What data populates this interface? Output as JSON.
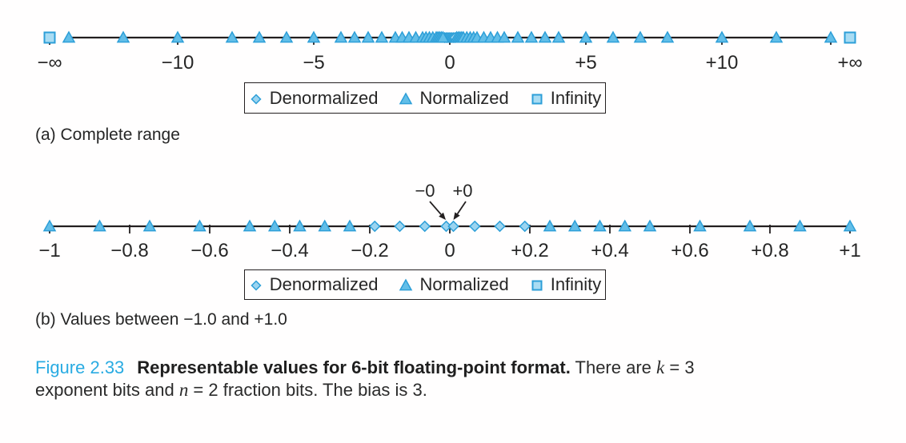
{
  "colors": {
    "marker_stroke": "#2d9fd8",
    "triangle_fill": "#62bee8",
    "diamond_fill": "#9bd4f0",
    "square_fill": "#a9dcf3",
    "axis": "#231f20",
    "text": "#262626",
    "figure_label_color": "#29abe2"
  },
  "legend": {
    "items": [
      {
        "marker": "diamond",
        "label": "Denormalized"
      },
      {
        "marker": "triangle",
        "label": "Normalized"
      },
      {
        "marker": "square",
        "label": "Infinity"
      }
    ]
  },
  "labels": {
    "a": "(a) Complete range",
    "b": "(b) Values between −1.0 and +1.0"
  },
  "caption": {
    "figure_label": "Figure 2.33",
    "title": "Representable values for 6-bit floating-point format.",
    "text1": " There are ",
    "var_k": "k",
    "eq1": " = 3",
    "text2": "exponent bits and ",
    "var_n": "n",
    "eq2": " = 2 fraction bits. The bias is 3."
  },
  "chart_data": [
    {
      "type": "scatter",
      "subfigure": "a",
      "title": "(a) Complete range",
      "xlabel": "",
      "ylabel": "",
      "line_range": [
        -14,
        14
      ],
      "grid": false,
      "legend_position": "below",
      "axis_ticks": [
        {
          "value": -10,
          "label": "−10"
        },
        {
          "value": -5,
          "label": "−5"
        },
        {
          "value": 0,
          "label": "0"
        },
        {
          "value": 5,
          "label": "+5"
        },
        {
          "value": 10,
          "label": "+10"
        }
      ],
      "infinity_labels": [
        {
          "label": "−∞",
          "position": "left-end"
        },
        {
          "label": "+∞",
          "position": "right-end"
        }
      ],
      "series": [
        {
          "name": "Denormalized",
          "marker": "diamond",
          "x": [
            -0.1875,
            -0.125,
            -0.0625,
            0,
            0.0625,
            0.125,
            0.1875
          ]
        },
        {
          "name": "Normalized",
          "marker": "triangle",
          "x": [
            -14,
            -12,
            -10,
            -8,
            -7,
            -6,
            -5,
            -4,
            -3.5,
            -3,
            -2.5,
            -2,
            -1.75,
            -1.5,
            -1.25,
            -1,
            -0.875,
            -0.75,
            -0.625,
            -0.5,
            -0.4375,
            -0.375,
            -0.3125,
            -0.25,
            0.25,
            0.3125,
            0.375,
            0.4375,
            0.5,
            0.625,
            0.75,
            0.875,
            1,
            1.25,
            1.5,
            1.75,
            2,
            2.5,
            3,
            3.5,
            4,
            5,
            6,
            7,
            8,
            10,
            12,
            14
          ]
        },
        {
          "name": "Infinity",
          "marker": "square",
          "x": [
            "-inf",
            "inf"
          ]
        }
      ]
    },
    {
      "type": "scatter",
      "subfigure": "b",
      "title": "(b) Values between −1.0 and +1.0",
      "xlabel": "",
      "ylabel": "",
      "line_range": [
        -1,
        1
      ],
      "grid": false,
      "legend_position": "below",
      "axis_ticks": [
        {
          "value": -1,
          "label": "−1"
        },
        {
          "value": -0.8,
          "label": "−0.8"
        },
        {
          "value": -0.6,
          "label": "−0.6"
        },
        {
          "value": -0.4,
          "label": "−0.4"
        },
        {
          "value": -0.2,
          "label": "−0.2"
        },
        {
          "value": 0,
          "label": "0"
        },
        {
          "value": 0.2,
          "label": "+0.2"
        },
        {
          "value": 0.4,
          "label": "+0.4"
        },
        {
          "value": 0.6,
          "label": "+0.6"
        },
        {
          "value": 0.8,
          "label": "+0.8"
        },
        {
          "value": 1,
          "label": "+1"
        }
      ],
      "series": [
        {
          "name": "Denormalized",
          "marker": "diamond",
          "x": [
            -0.1875,
            -0.125,
            -0.0625,
            "-0",
            "+0",
            0.0625,
            0.125,
            0.1875
          ]
        },
        {
          "name": "Normalized",
          "marker": "triangle",
          "x": [
            -1,
            -0.875,
            -0.75,
            -0.625,
            -0.5,
            -0.4375,
            -0.375,
            -0.3125,
            -0.25,
            0.25,
            0.3125,
            0.375,
            0.4375,
            0.5,
            0.625,
            0.75,
            0.875,
            1
          ]
        }
      ],
      "annotations": [
        {
          "text": "−0",
          "target": "-0"
        },
        {
          "text": "+0",
          "target": "+0"
        }
      ]
    }
  ]
}
